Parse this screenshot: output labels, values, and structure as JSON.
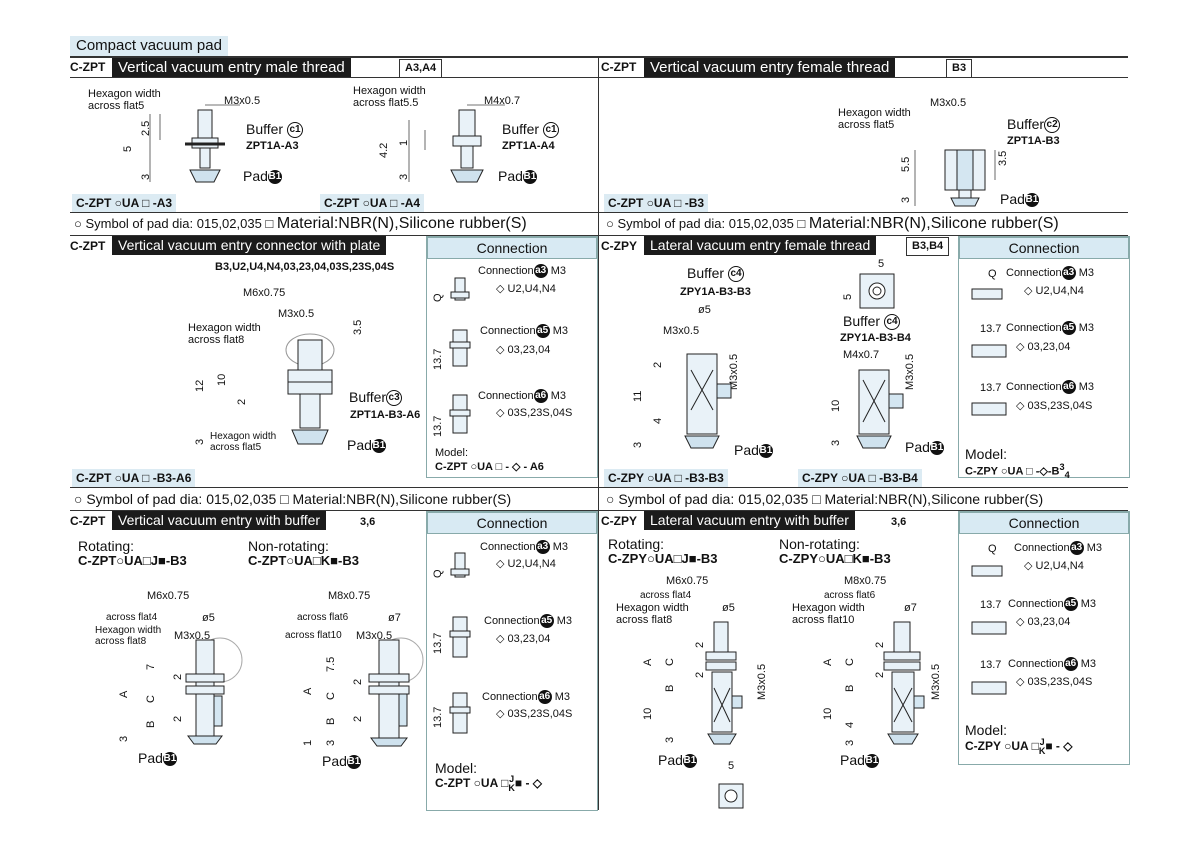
{
  "page_title": "Compact vacuum pad",
  "sec1": {
    "code": "C-ZPT",
    "title": "Vertical vacuum entry male thread",
    "tag": "A3,A4",
    "d1": {
      "hex": "Hexagon width\nacross flat5",
      "thread": "M3x0.5",
      "buffer": "Buffer",
      "buffer_ref": "c1",
      "part": "ZPT1A-A3",
      "pad": "Pad",
      "pad_ref": "B1",
      "dims": [
        "2.5",
        "5",
        "3"
      ]
    },
    "d2": {
      "hex": "Hexagon width\nacross flat5.5",
      "thread": "M4x0.7",
      "buffer": "Buffer",
      "buffer_ref": "c1",
      "part": "ZPT1A-A4",
      "pad": "Pad",
      "pad_ref": "B1",
      "dims": [
        "4.2",
        "1",
        "3"
      ]
    },
    "model1": "C-ZPT ○UA □ -A3",
    "model2": "C-ZPT ○UA □ -A4",
    "note": "○ Symbol of pad dia: 015,02,035 □",
    "note_big": "Material:NBR(N),Silicone rubber(S)"
  },
  "sec2": {
    "code": "C-ZPT",
    "title": "Vertical vacuum entry female thread",
    "tag": "B3",
    "d1": {
      "hex": "Hexagon width\nacross flat5",
      "thread": "M3x0.5",
      "buffer": "Buffer",
      "buffer_ref": "c2",
      "part": "ZPT1A-B3",
      "pad": "Pad",
      "pad_ref": "B1",
      "dims": [
        "5.5",
        "3.5",
        "3"
      ]
    },
    "model1": "C-ZPT ○UA □ -B3",
    "note": "○ Symbol of pad dia: 015,02,035 □",
    "note_big": "Material:NBR(N),Silicone rubber(S)"
  },
  "sec3": {
    "code": "C-ZPT",
    "title": "Vertical vacuum entry connector with plate",
    "subtag": "B3,U2,U4,N4,03,23,04,03S,23S,04S",
    "d1": {
      "thread1": "M6x0.75",
      "thread2": "M3x0.5",
      "hex": "Hexagon width\nacross flat8",
      "hex2": "Hexagon width\nacross flat5",
      "buffer": "Buffer",
      "buffer_ref": "c3",
      "part": "ZPT1A-B3-A6",
      "pad": "Pad",
      "pad_ref": "B1",
      "dims": [
        "3.5",
        "12",
        "10",
        "2",
        "3"
      ]
    },
    "model1": "C-ZPT ○UA □ -B3-A6",
    "note": "○ Symbol of pad dia: 015,02,035  □  Material:NBR(N),Silicone rubber(S)",
    "conn": {
      "head": "Connection",
      "items": [
        {
          "label": "Connection",
          "ref": "a3",
          "thread": "M3",
          "codes": "◇ U2,U4,N4",
          "dim": "Q"
        },
        {
          "label": "Connection",
          "ref": "a5",
          "thread": "M3",
          "codes": "◇ 03,23,04",
          "dim": "13.7"
        },
        {
          "label": "Connection",
          "ref": "a6",
          "thread": "M3",
          "codes": "◇ 03S,23S,04S",
          "dim": "13.7"
        }
      ],
      "model_label": "Model:",
      "model": "C-ZPT ○UA □ - ◇ - A6"
    }
  },
  "sec4": {
    "code": "C-ZPY",
    "title": "Lateral vacuum entry female thread",
    "tag": "B3,B4",
    "d1": {
      "buffer": "Buffer",
      "buffer_ref": "c4",
      "part": "ZPY1A-B3-B3",
      "dia": "ø5",
      "thread": "M3x0.5",
      "thread2": "M3x0.5",
      "pad": "Pad",
      "pad_ref": "B1",
      "dims": [
        "2",
        "11",
        "4",
        "3"
      ]
    },
    "d2": {
      "top": "5",
      "side": "5",
      "buffer": "Buffer",
      "buffer_ref": "c4",
      "part": "ZPY1A-B3-B4",
      "thread": "M4x0.7",
      "thread2": "M3x0.5",
      "pad": "Pad",
      "pad_ref": "B1",
      "dims": [
        "10",
        "3"
      ]
    },
    "model1": "C-ZPY ○UA □ -B3-B3",
    "model2": "C-ZPY ○UA □ -B3-B4",
    "note": "○ Symbol of pad dia: 015,02,035 □ Material:NBR(N),Silicone rubber(S)",
    "conn": {
      "head": "Connection",
      "items": [
        {
          "label": "Connection",
          "ref": "a3",
          "thread": "M3",
          "codes": "◇ U2,U4,N4",
          "dim": "Q"
        },
        {
          "label": "Connection",
          "ref": "a5",
          "thread": "M3",
          "codes": "◇ 03,23,04",
          "dim": "13.7"
        },
        {
          "label": "Connection",
          "ref": "a6",
          "thread": "M3",
          "codes": "◇ 03S,23S,04S",
          "dim": "13.7"
        }
      ],
      "model_label": "Model:",
      "model": "C-ZPY ○UA □ -◇-B",
      "model_sup": "3",
      "model_sub": "4"
    }
  },
  "sec5": {
    "code": "C-ZPT",
    "title": "Vertical vacuum entry with buffer",
    "tag": "3,6",
    "rot_label": "Rotating:",
    "rot_model": "C-ZPT○UA□J■-B3",
    "nonrot_label": "Non-rotating:",
    "nonrot_model": "C-ZPT○UA□K■-B3",
    "d1": {
      "thread1": "M6x0.75",
      "af": "across flat4",
      "dia": "ø5",
      "hex": "Hexagon width\nacross flat8",
      "thread2": "M3x0.5",
      "pad": "Pad",
      "pad_ref": "B1",
      "dims": [
        "7",
        "2",
        "2",
        "A",
        "C",
        "B",
        "3"
      ]
    },
    "d2": {
      "thread1": "M8x0.75",
      "af": "across flat6",
      "dia": "ø7",
      "hex": "across flat10",
      "thread2": "M3x0.5",
      "pad": "Pad",
      "pad_ref": "B1",
      "dims": [
        "7.5",
        "2",
        "2",
        "A",
        "C",
        "B",
        "1",
        "3"
      ]
    },
    "conn": {
      "head": "Connection",
      "items": [
        {
          "label": "Connection",
          "ref": "a3",
          "thread": "M3",
          "codes": "◇ U2,U4,N4",
          "dim": "Q"
        },
        {
          "label": "Connection",
          "ref": "a5",
          "thread": "M3",
          "codes": "◇ 03,23,04",
          "dim": "13.7"
        },
        {
          "label": "Connection",
          "ref": "a6",
          "thread": "M3",
          "codes": "◇ 03S,23S,04S",
          "dim": "13.7"
        }
      ],
      "model_label": "Model:",
      "model": "C-ZPT ○UA □",
      "model_j": "J",
      "model_k": "K",
      "model_end": "■ - ◇"
    }
  },
  "sec6": {
    "code": "C-ZPY",
    "title": "Lateral vacuum entry with buffer",
    "tag": "3,6",
    "rot_label": "Rotating:",
    "rot_model": "C-ZPY○UA□J■-B3",
    "nonrot_label": "Non-rotating:",
    "nonrot_model": "C-ZPY○UA□K■-B3",
    "d1": {
      "thread1": "M6x0.75",
      "af": "across flat4",
      "dia": "ø5",
      "hex": "Hexagon width\nacross flat8",
      "thread2": "M3x0.5",
      "pad": "Pad",
      "pad_ref": "B1",
      "dims": [
        "2",
        "A",
        "C",
        "2",
        "B",
        "10",
        "3"
      ],
      "bottom": "5"
    },
    "d2": {
      "thread1": "M8x0.75",
      "af": "across flat6",
      "dia": "ø7",
      "hex": "Hexagon width\nacross flat10",
      "thread2": "M3x0.5",
      "pad": "Pad",
      "pad_ref": "B1",
      "dims": [
        "2",
        "A",
        "C",
        "2",
        "B",
        "10",
        "4",
        "3"
      ]
    },
    "conn": {
      "head": "Connection",
      "items": [
        {
          "label": "Connection",
          "ref": "a3",
          "thread": "M3",
          "codes": "◇ U2,U4,N4",
          "dim": "Q"
        },
        {
          "label": "Connection",
          "ref": "a5",
          "thread": "M3",
          "codes": "◇ 03,23,04",
          "dim": "13.7"
        },
        {
          "label": "Connection",
          "ref": "a6",
          "thread": "M3",
          "codes": "◇ 03S,23S,04S",
          "dim": "13.7"
        }
      ],
      "model_label": "Model:",
      "model": "C-ZPY ○UA □",
      "model_j": "J",
      "model_k": "K",
      "model_end": "■ - ◇"
    }
  }
}
